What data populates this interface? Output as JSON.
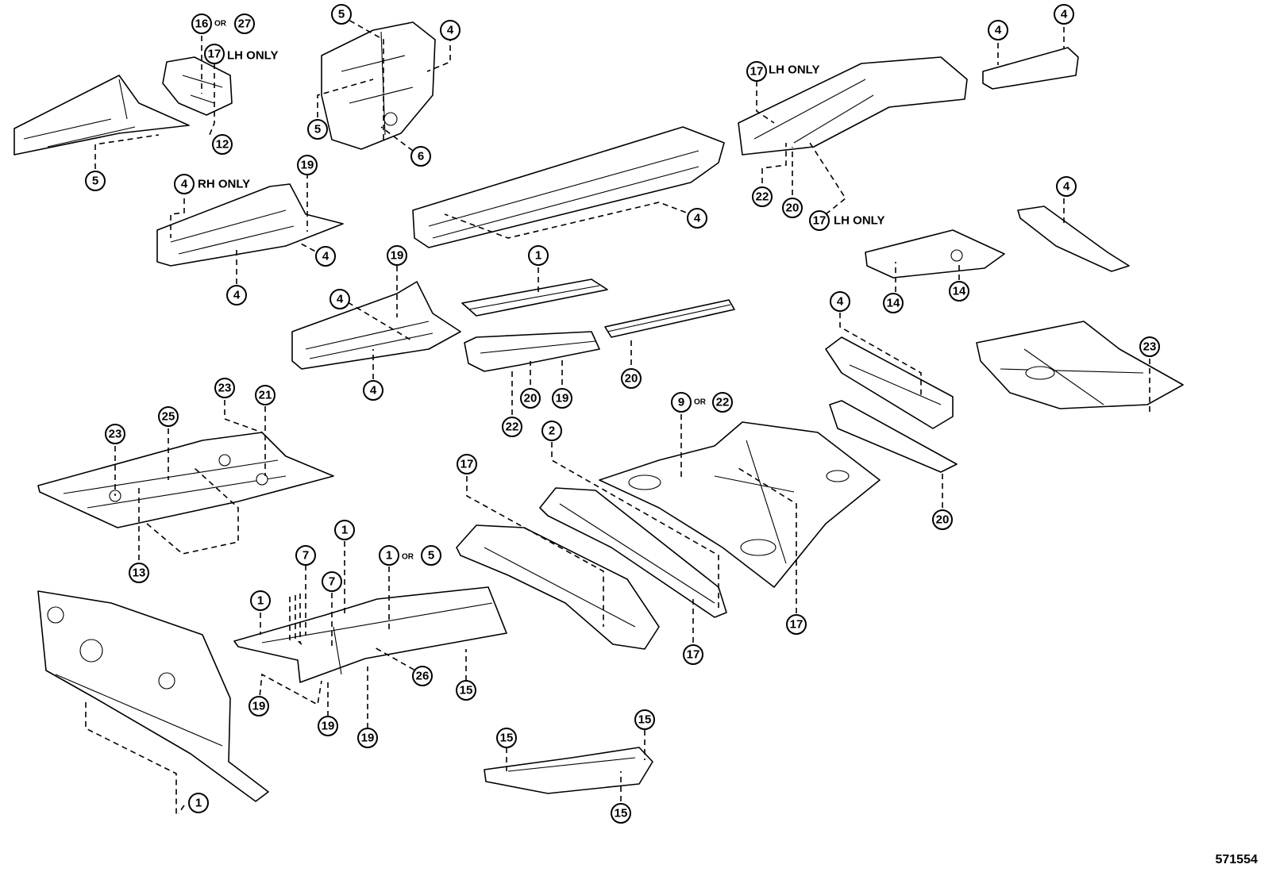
{
  "illustration_id": "571554",
  "or_word": "OR",
  "notes": {
    "lh_only": "LH ONLY",
    "rh_only": "RH ONLY"
  },
  "callouts": {
    "c_16": "16",
    "c_27": "27",
    "c_17": "17",
    "c_12": "12",
    "c_5": "5",
    "c_4": "4",
    "c_6": "6",
    "c_19": "19",
    "c_1": "1",
    "c_20": "20",
    "c_22": "22",
    "c_14": "14",
    "c_23": "23",
    "c_25": "25",
    "c_21": "21",
    "c_13": "13",
    "c_2": "2",
    "c_9": "9",
    "c_7": "7",
    "c_26": "26",
    "c_15": "15"
  }
}
